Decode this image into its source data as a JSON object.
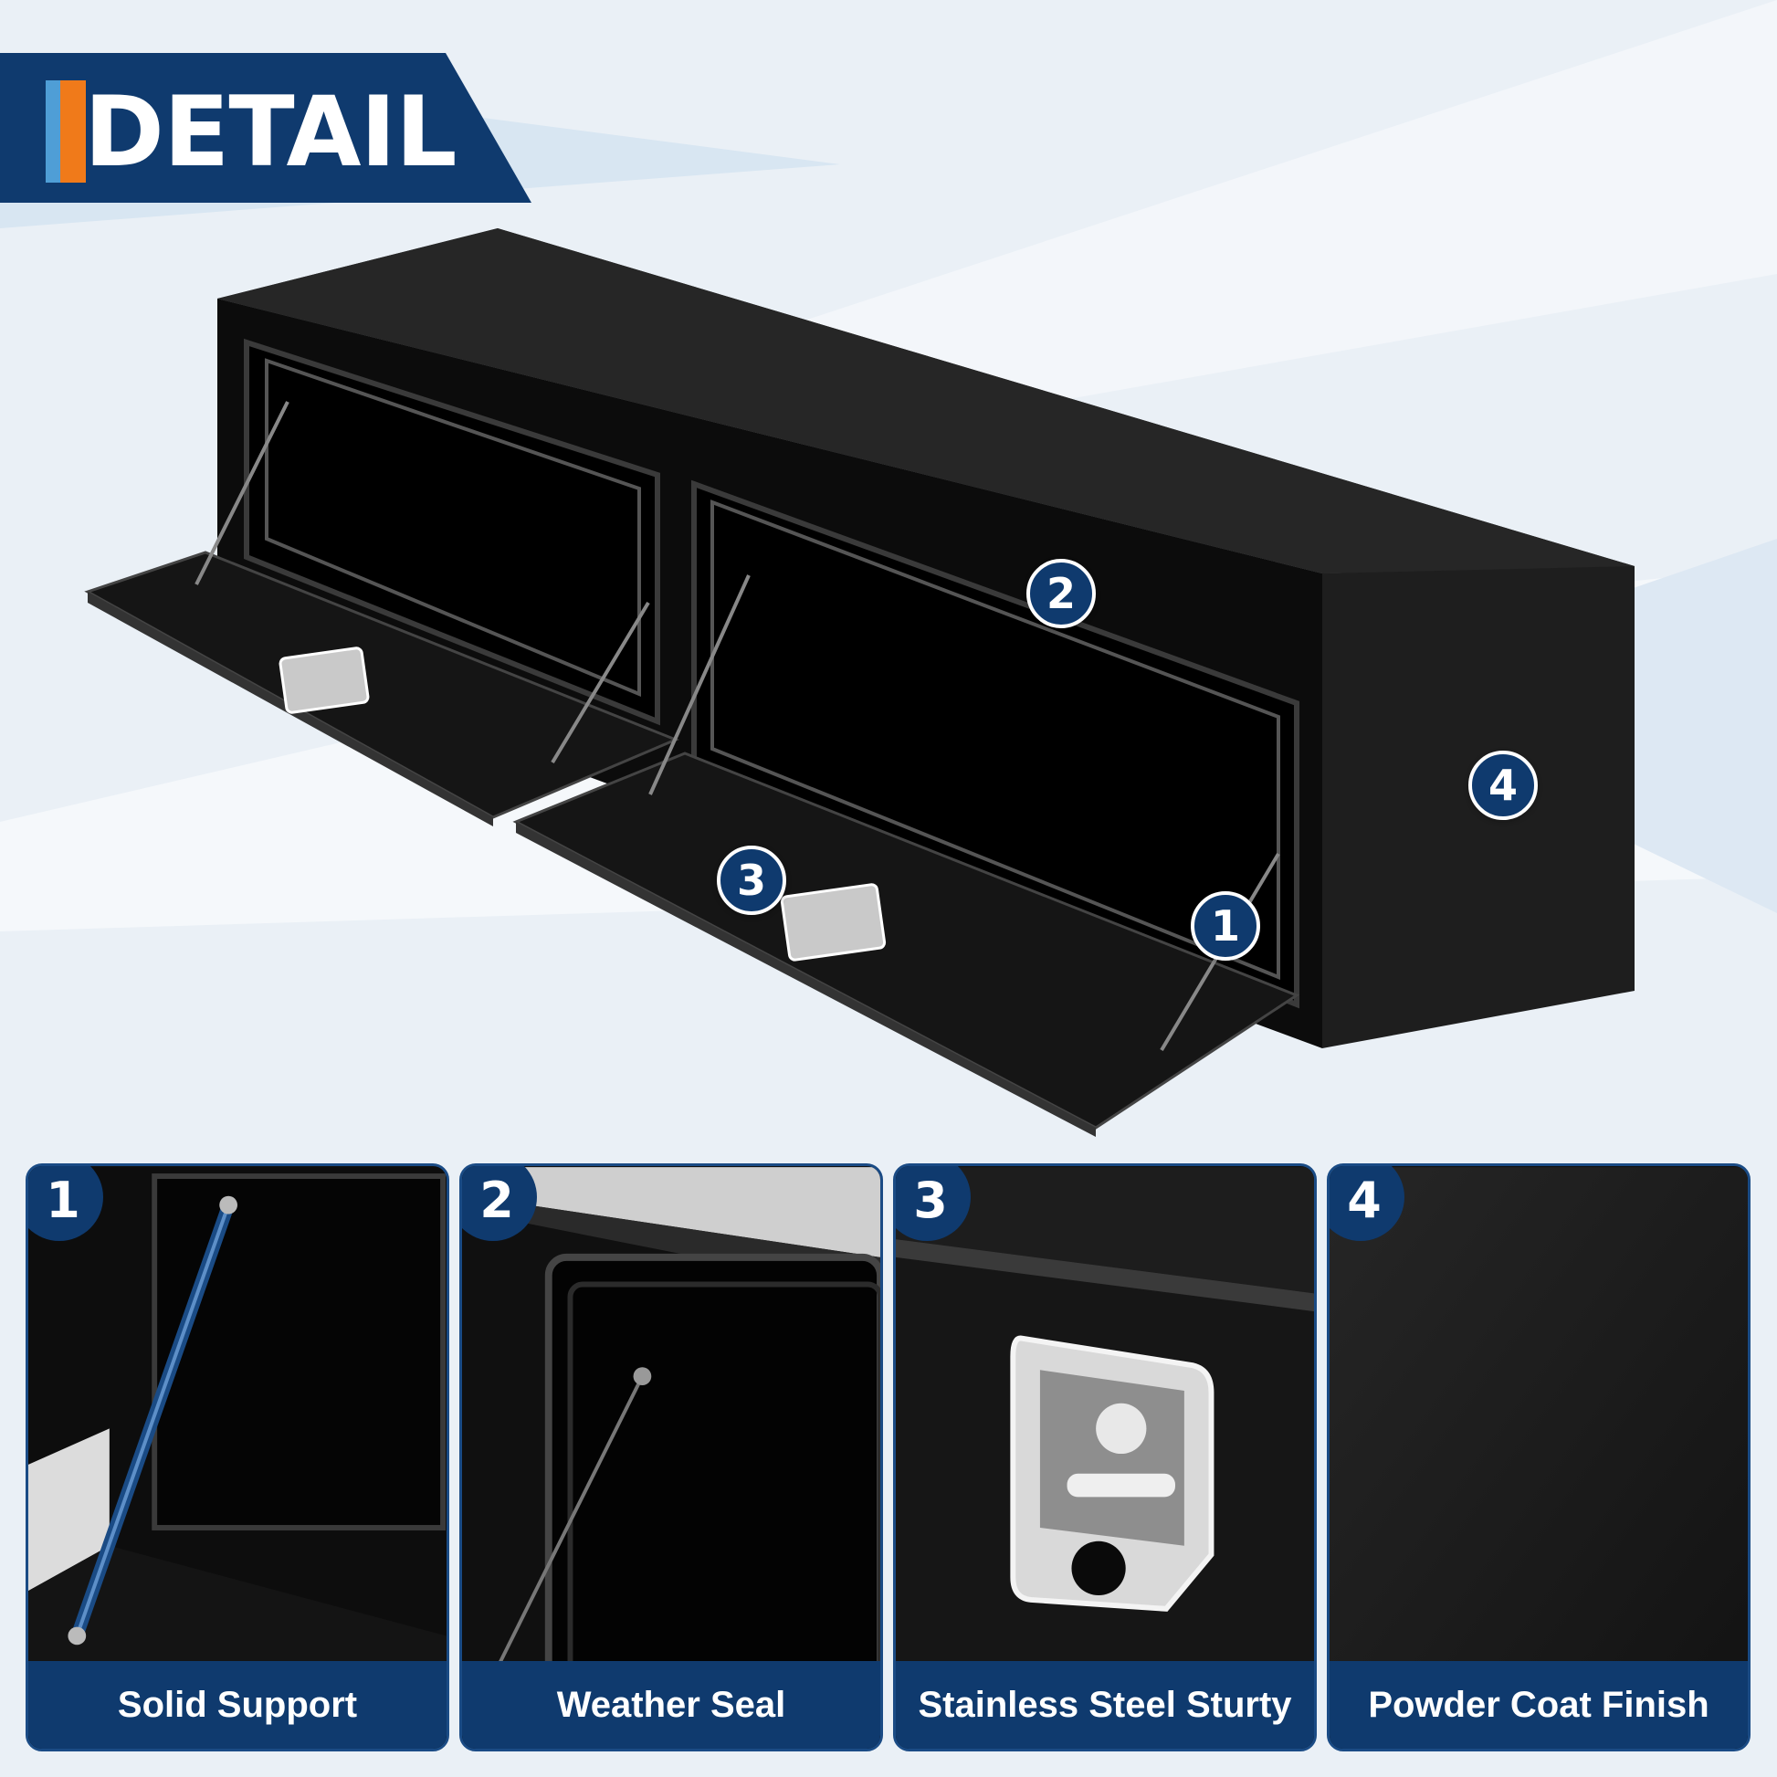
{
  "banner": {
    "title": "DETAIL",
    "colors": {
      "navy": "#0f3a6e",
      "accent_orange": "#f07a1a",
      "accent_blue": "#4f9ed6"
    }
  },
  "callouts": [
    "2",
    "4",
    "3",
    "1"
  ],
  "details": [
    {
      "number": "1",
      "label": "Solid Support"
    },
    {
      "number": "2",
      "label": "Weather Seal"
    },
    {
      "number": "3",
      "label": "Stainless Steel Sturty"
    },
    {
      "number": "4",
      "label": "Powder Coat Finish"
    }
  ]
}
